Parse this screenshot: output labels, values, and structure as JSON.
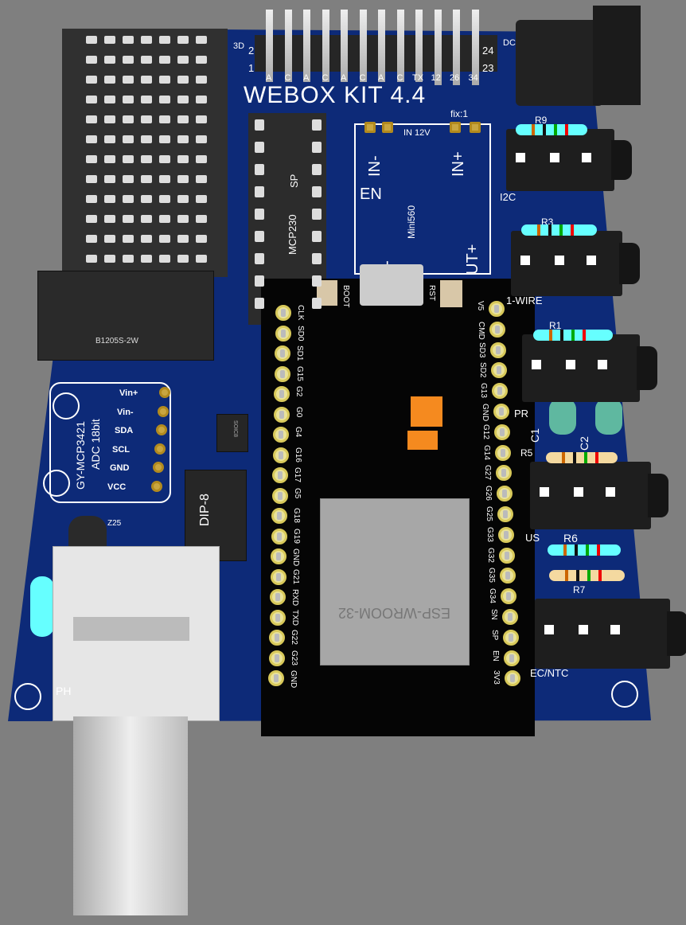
{
  "board": {
    "title": "WEBOX KIT 4.4",
    "revision": "fix:1",
    "header": {
      "left_top": "2",
      "left_bottom": "1",
      "right_top": "24",
      "right_bottom": "23",
      "pin_labels": [
        "A",
        "C",
        "A",
        "C",
        "A",
        "C",
        "A",
        "C",
        "TX",
        "12",
        "26",
        "34"
      ]
    },
    "labels": {
      "top_left": "3D",
      "dc": "DC",
      "i2c": "I2C",
      "one_wire": "1-WIRE",
      "pr": "PR",
      "us": "US",
      "ec_ntc": "EC/NTC",
      "ph": "PH",
      "z25": "Z25",
      "r1": "R1",
      "r3": "R3",
      "r5": "R5",
      "r6": "R6",
      "r7": "R7",
      "r9": "R9",
      "c1": "C1",
      "c2": "C2"
    },
    "dcdc_module": "B1205S-2W",
    "mcp_socket": "MCP230",
    "sp": "SP",
    "mini560": {
      "title": "Mini560",
      "in_label": "IN 12V",
      "in_minus": "IN-",
      "in_plus": "IN+",
      "en": "EN",
      "out_minus": "T-",
      "out_plus": "UT+"
    },
    "adc": {
      "name": "GY-MCP3421",
      "desc": "ADC 18bit",
      "pins": [
        "Vin+",
        "Vin-",
        "SDA",
        "SCL",
        "GND",
        "VCC"
      ]
    },
    "soic": "SOIC8",
    "dip": "DIP-8"
  },
  "esp32": {
    "module": "ESP-WROOM-32",
    "boot": "BOOT",
    "rst": "RST",
    "left_pins": [
      "CLK",
      "SD0",
      "SD1",
      "G15",
      "G2",
      "G0",
      "G4",
      "G16",
      "G17",
      "G5",
      "G18",
      "G19",
      "GND",
      "G21",
      "RXD",
      "TXD",
      "G22",
      "G23",
      "GND"
    ],
    "right_pins": [
      "V5",
      "CMD",
      "SD3",
      "SD2",
      "G13",
      "GND",
      "G12",
      "G14",
      "G27",
      "G26",
      "G25",
      "G33",
      "G32",
      "G35",
      "G34",
      "SN",
      "SP",
      "EN",
      "3V3"
    ]
  }
}
